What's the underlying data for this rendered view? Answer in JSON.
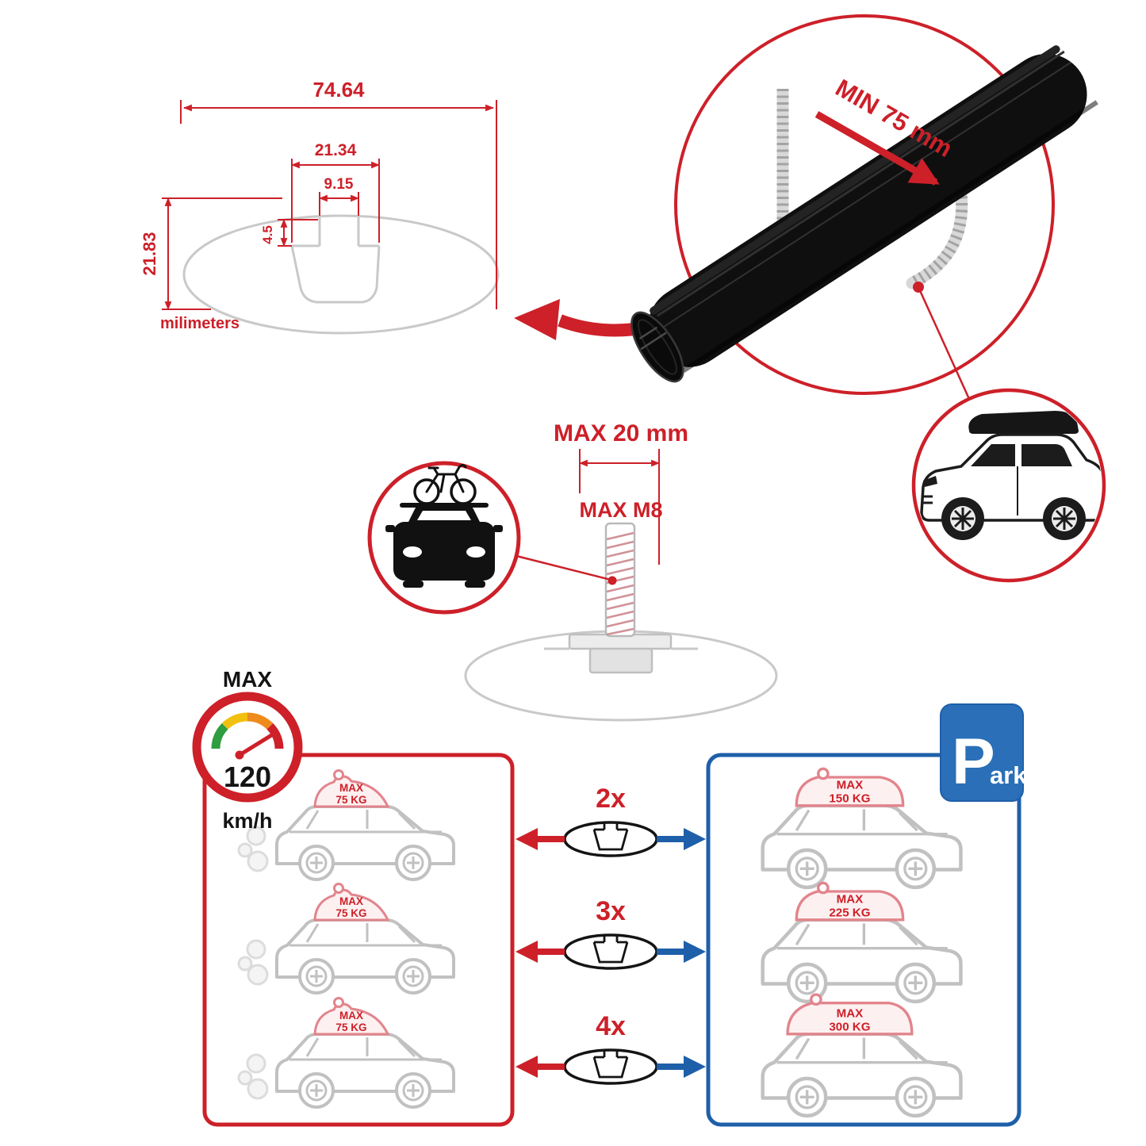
{
  "colors": {
    "red": "#cd2029",
    "blue": "#1e5fa9",
    "sign_blue": "#2a6fb8",
    "gray": "#c9c9c9",
    "black": "#141414"
  },
  "cross_section": {
    "dim_total_width": "74.64",
    "dim_channel_width": "21.34",
    "dim_slot_width": "9.15",
    "dim_lip_depth": "4.5",
    "dim_total_height": "21.83",
    "units": "milimeters"
  },
  "bar_detail": {
    "min_label": "MIN 75 mm"
  },
  "bolt": {
    "max_length": "MAX 20 mm",
    "max_thread": "MAX M8"
  },
  "speed": {
    "label": "MAX",
    "value": "120",
    "unit": "km/h"
  },
  "panels": {
    "left_cars": [
      {
        "max": "MAX",
        "weight": "75 KG"
      },
      {
        "max": "MAX",
        "weight": "75 KG"
      },
      {
        "max": "MAX",
        "weight": "75 KG"
      }
    ],
    "multipliers": [
      "2x",
      "3x",
      "4x"
    ],
    "right_cars": [
      {
        "max": "MAX",
        "weight": "150 KG"
      },
      {
        "max": "MAX",
        "weight": "225 KG"
      },
      {
        "max": "MAX",
        "weight": "300 KG"
      }
    ],
    "park": {
      "p": "P",
      "ark": "ark"
    }
  }
}
